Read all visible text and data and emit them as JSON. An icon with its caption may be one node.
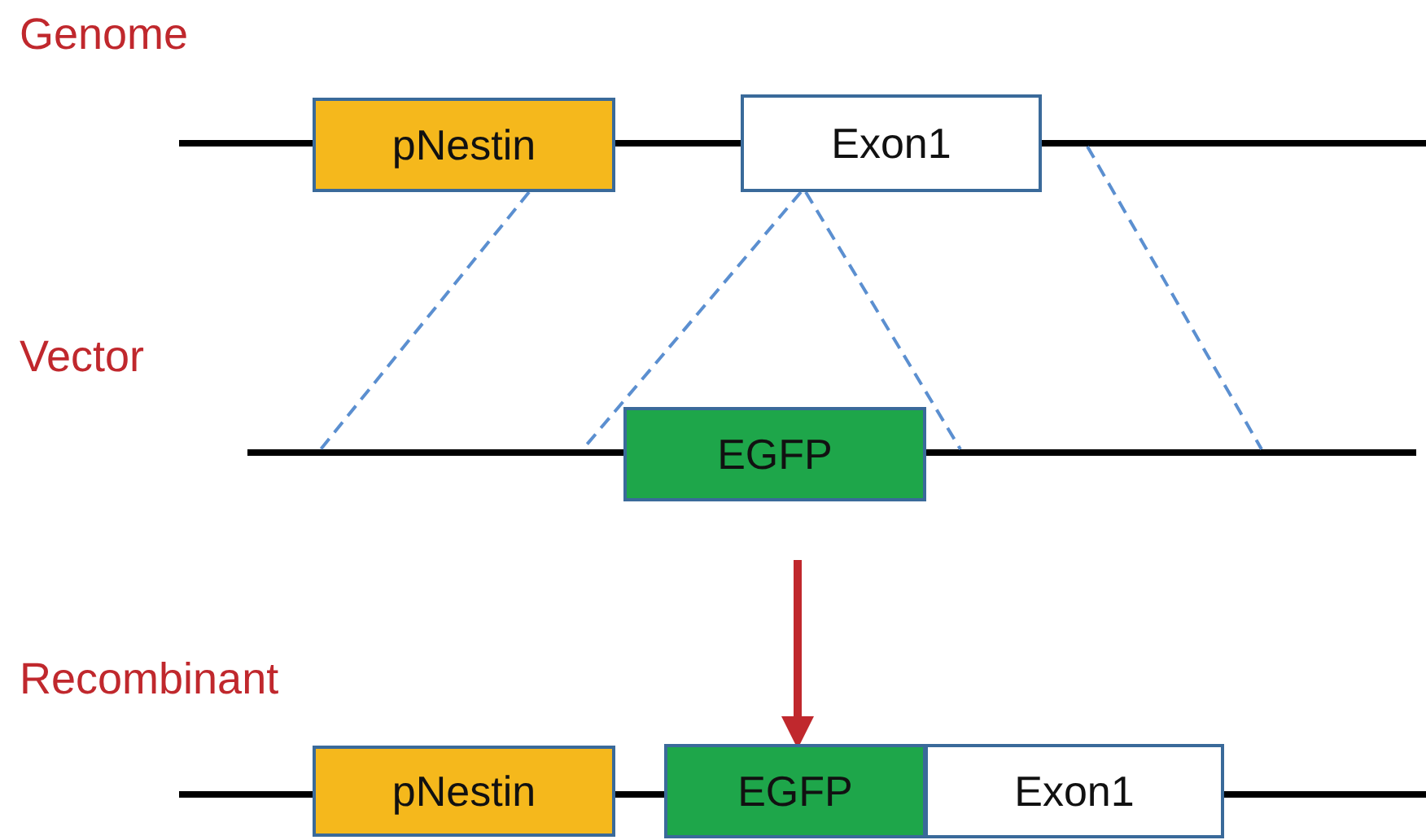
{
  "diagram": {
    "nodes": [
      {
        "text": [
          "pNestin"
        ]
      },
      {
        "text": [
          "Exon1"
        ]
      },
      {
        "text": [
          "EGFP"
        ]
      },
      {
        "text": [
          "pNestin"
        ]
      },
      {
        "text": [
          "EGFP"
        ]
      },
      {
        "text": [
          "Exon1"
        ]
      }
    ],
    "edges": [
      {
        "from": 0,
        "to": null,
        "arrow": "none",
        "style": "dashed"
      },
      {
        "from": 1,
        "to": null,
        "arrow": "none",
        "style": "dashed"
      },
      {
        "from": 1,
        "to": null,
        "arrow": "none",
        "style": "dashed"
      },
      {
        "from": 2,
        "to": 4,
        "arrow": "to",
        "style": "thick",
        "color": "#c0282d"
      },
      {
        "from": 0,
        "to": 1,
        "arrow": "none",
        "style": "thick",
        "color": "#000000"
      },
      {
        "from": 3,
        "to": 4,
        "arrow": "none",
        "style": "thick",
        "color": "#000000"
      }
    ],
    "labels": [
      "Genome",
      "Vector",
      "Recombinant"
    ]
  }
}
